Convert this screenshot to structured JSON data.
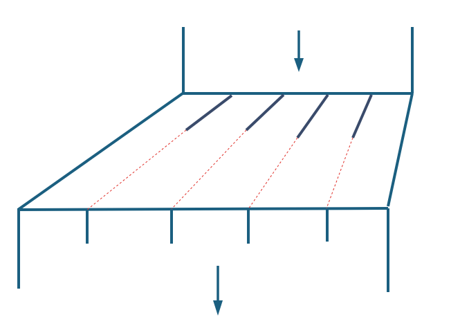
{
  "diagram": {
    "kind": "flow-divider-schematic",
    "colors": {
      "frame": "#1b5f80",
      "vane": "#3a4b6b",
      "guide": "#e0302a",
      "background": "#ffffff"
    },
    "inlet_arrow": {
      "direction": "down"
    },
    "outlet_arrow": {
      "direction": "down"
    },
    "vanes": {
      "count": 4
    },
    "outlet_partitions": {
      "count": 4
    }
  }
}
